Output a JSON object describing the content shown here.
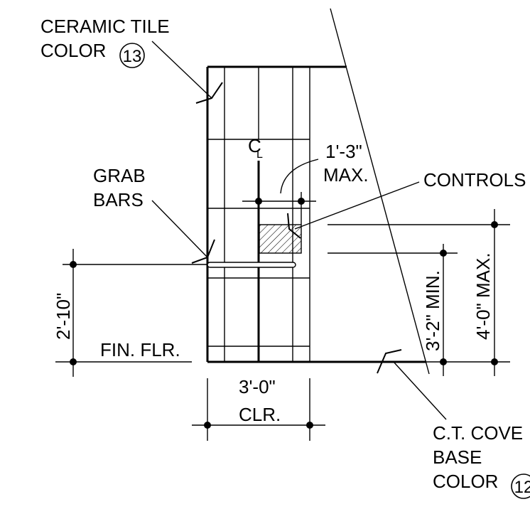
{
  "labels": {
    "ceramic_tile_line1": "CERAMIC TILE",
    "ceramic_tile_line2": "COLOR",
    "ceramic_tile_color_number": "13",
    "grab_bars_line1": "GRAB",
    "grab_bars_line2": "BARS",
    "controls": "CONTROLS",
    "centerline_symbol": "C",
    "centerline_subscript": "L",
    "max_reach_dim": "1'-3\"",
    "max_reach_note": "MAX.",
    "grab_bar_height": "2'-10\"",
    "finish_floor": "FIN. FLR.",
    "clear_width": "3'-0\"",
    "clear_note": "CLR.",
    "controls_min_height": "3'-2\" MIN.",
    "controls_max_height": "4'-0\" MAX.",
    "cove_base_line1": "C.T. COVE",
    "cove_base_line2": "BASE",
    "cove_base_line3": "COLOR",
    "cove_base_color_number": "12"
  }
}
